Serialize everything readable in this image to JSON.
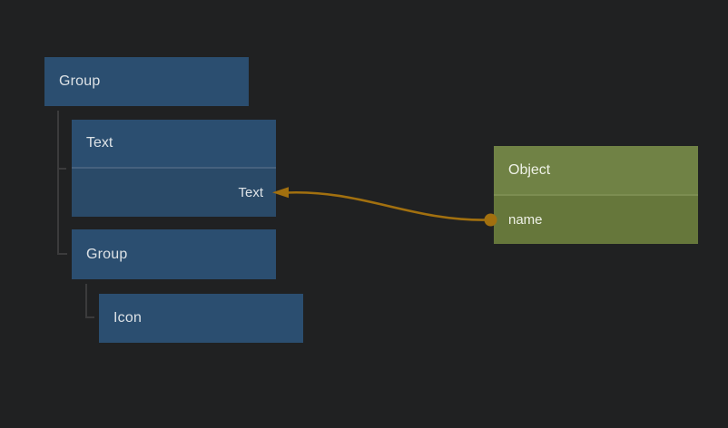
{
  "canvas": {
    "background": "#202122",
    "description": "node hierarchy canvas with binding wire"
  },
  "nodes": {
    "group1": {
      "label": "Group"
    },
    "text1": {
      "label": "Text",
      "port": "Text"
    },
    "group2": {
      "label": "Group"
    },
    "icon1": {
      "label": "Icon"
    },
    "object1": {
      "title": "Object",
      "property": "name"
    }
  },
  "colors": {
    "layer_node": "#2b4e70",
    "layer_node_row": "#2a4a68",
    "layer_node_divider": "#46617e",
    "object_node_header": "#708245",
    "object_node_row": "#66773b",
    "object_node_divider": "#7c8d51",
    "tree_line": "#3b3b3c",
    "wire": "#a2700f",
    "text": "#dde2e6"
  }
}
